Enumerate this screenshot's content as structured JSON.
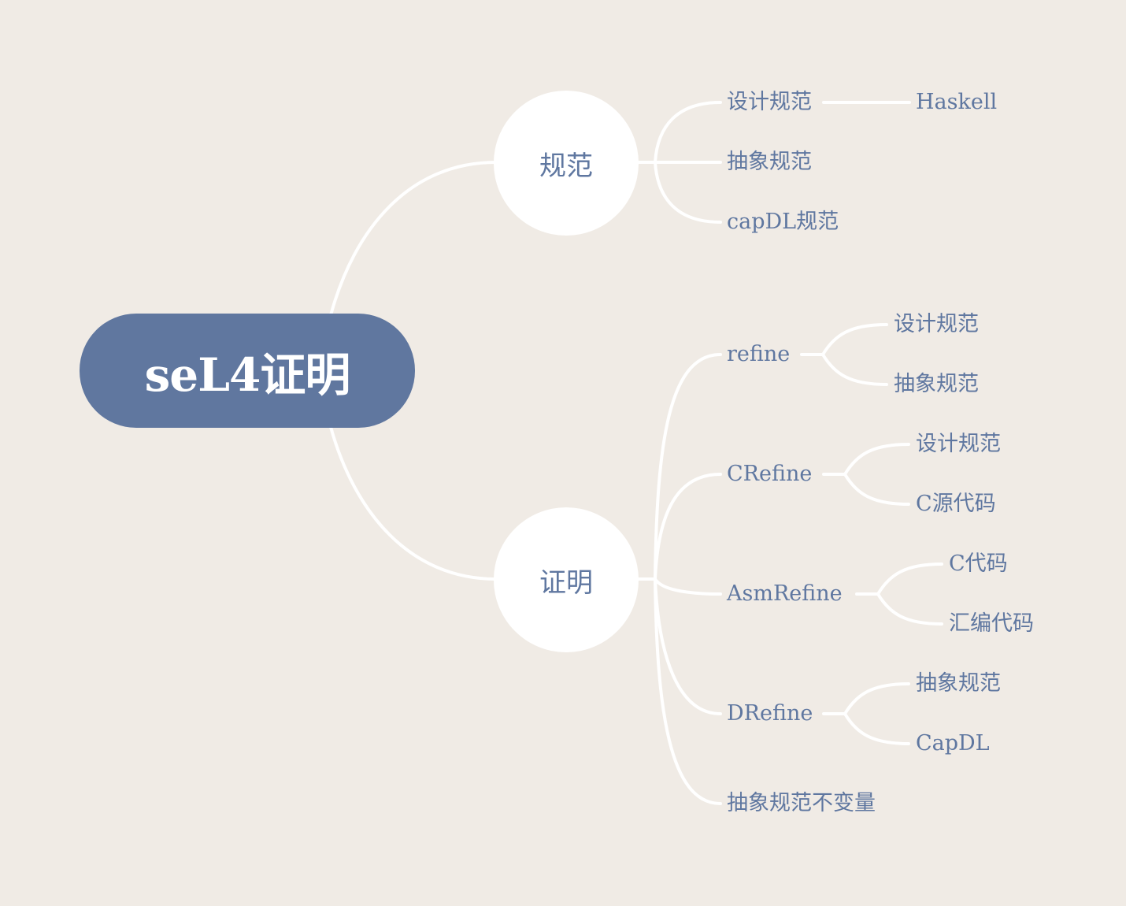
{
  "colors": {
    "background": "#f0ebe5",
    "root_fill": "#60779f",
    "text": "#5f77a0",
    "line": "#ffffff",
    "node_fill": "#ffffff"
  },
  "root": {
    "label": "seL4证明"
  },
  "branches": [
    {
      "label": "规范",
      "children": [
        {
          "label": "设计规范",
          "children": [
            {
              "label": "Haskell"
            }
          ]
        },
        {
          "label": "抽象规范"
        },
        {
          "label": "capDL规范"
        }
      ]
    },
    {
      "label": "证明",
      "children": [
        {
          "label": "refine",
          "children": [
            {
              "label": "设计规范"
            },
            {
              "label": "抽象规范"
            }
          ]
        },
        {
          "label": "CRefine",
          "children": [
            {
              "label": "设计规范"
            },
            {
              "label": "C源代码"
            }
          ]
        },
        {
          "label": "AsmRefine",
          "children": [
            {
              "label": "C代码"
            },
            {
              "label": "汇编代码"
            }
          ]
        },
        {
          "label": "DRefine",
          "children": [
            {
              "label": "抽象规范"
            },
            {
              "label": "CapDL"
            }
          ]
        },
        {
          "label": "抽象规范不变量"
        }
      ]
    }
  ]
}
